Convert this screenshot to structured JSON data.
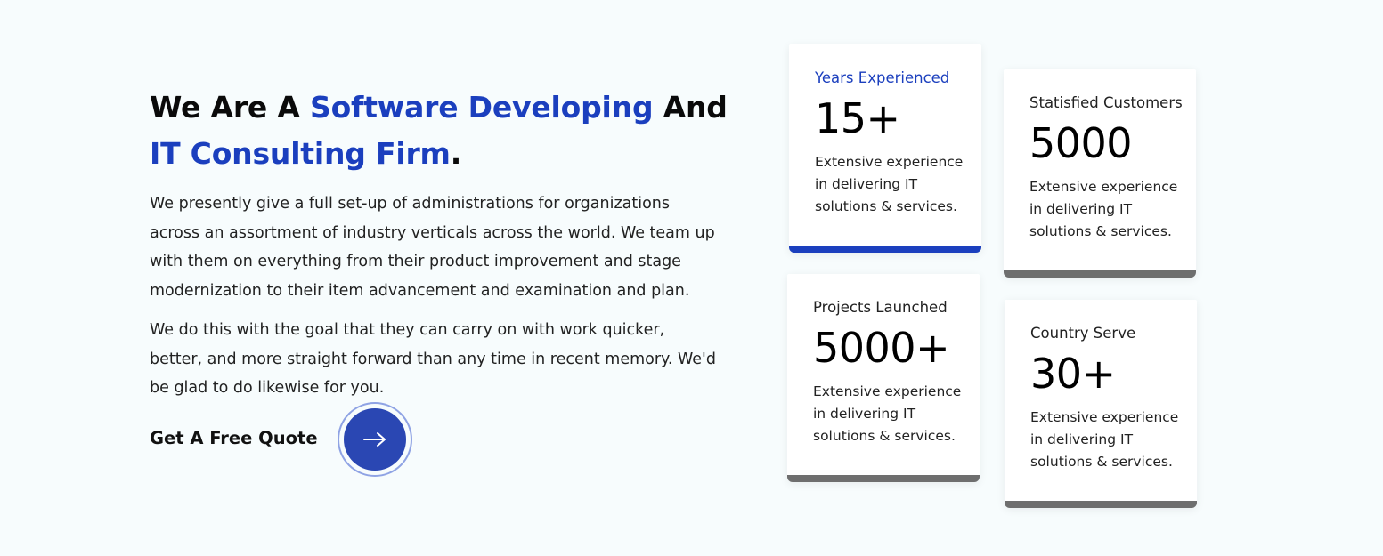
{
  "hero": {
    "headline": {
      "part1": "We Are A ",
      "accent1": "Software Developing",
      "part2": " And",
      "accent2": "IT Consulting Firm",
      "part3": "."
    },
    "paragraphs": [
      "We presently give a full set-up of administrations for organizations across an assortment of industry verticals across the world. We team up with them on everything from their product improvement and stage modernization to their item advancement and examination and plan.",
      "We do this with the goal that they can carry on with work quicker, better, and more straight forward than any time in recent memory. We'd be glad to do likewise for you."
    ],
    "cta_label": "Get A Free Quote",
    "cta_icon": "arrow-right-icon"
  },
  "stats": [
    {
      "title": "Years Experienced",
      "value": "15+",
      "desc": "Extensive experience in delivering IT solutions & services."
    },
    {
      "title": "Statisfied Customers",
      "value": "5000",
      "desc": "Extensive experience in delivering IT solutions & services."
    },
    {
      "title": "Projects Launched",
      "value": "5000+",
      "desc": "Extensive experience in delivering IT solutions & services."
    },
    {
      "title": "Country Serve",
      "value": "30+",
      "desc": "Extensive experience in delivering IT solutions & services."
    }
  ],
  "colors": {
    "accent": "#1b3fbe",
    "button": "#2a47b3",
    "card_bar": "#6e6e6e",
    "background": "#f7fcfd"
  }
}
